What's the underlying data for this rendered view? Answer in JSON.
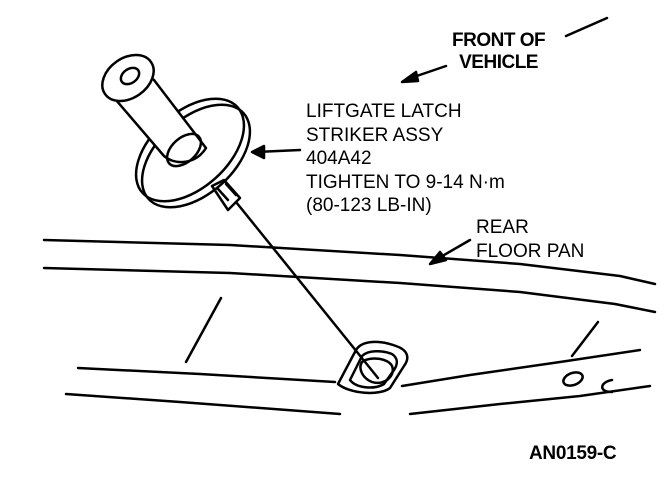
{
  "front_label": [
    "FRONT OF",
    "VEHICLE"
  ],
  "striker_label": [
    "LIFTGATE LATCH",
    "STRIKER ASSY",
    "404A42",
    "TIGHTEN TO 9-14 N·m",
    "(80-123 LB-IN)"
  ],
  "floor_label": [
    "REAR",
    "FLOOR PAN"
  ],
  "figure_id": "AN0159-C",
  "colors": {
    "ink": "#000000",
    "paper": "#ffffff"
  }
}
